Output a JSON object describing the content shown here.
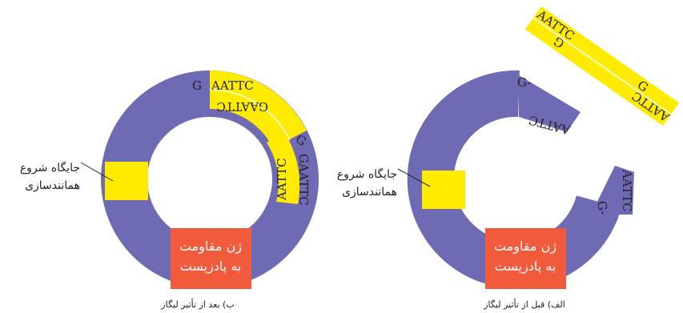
{
  "colors": {
    "plasmid": "#6e6ab4",
    "sticky_end": "#ffeb00",
    "gene_box": "#f15a3a",
    "text": "#222222"
  },
  "left_panel": {
    "caption": "ب) بعد از تأثیر لیگاز",
    "origin_label_line1": "جایگاه شروع",
    "origin_label_line2": "همانندسازی",
    "gene_line1": "ژن مقاومت",
    "gene_line2": "به پادزیست",
    "seq_top": "AATTC",
    "seq_g_top": "G",
    "seq_top_inner": "GAATTC",
    "seq_right_g": "G",
    "seq_right_aattc": "AATTC",
    "seq_right_inner": "GAATTC"
  },
  "right_panel": {
    "caption": "الف) قبل از تأثیر لیگاز",
    "origin_label_line1": "جایگاه شروع",
    "origin_label_line2": "همانندسازی",
    "gene_line1": "ژن مقاومت",
    "gene_line2": "به پادزیست",
    "plasmid_end_top_g": "G-",
    "plasmid_end_top_seq": "AATTC",
    "plasmid_end_bottom_g": "G-",
    "plasmid_end_bottom_seq": "AATTC",
    "fragment_seq_top": "AATTC",
    "fragment_g_top": "G",
    "fragment_g_bottom": "G",
    "fragment_seq_bottom": "AATTC"
  }
}
